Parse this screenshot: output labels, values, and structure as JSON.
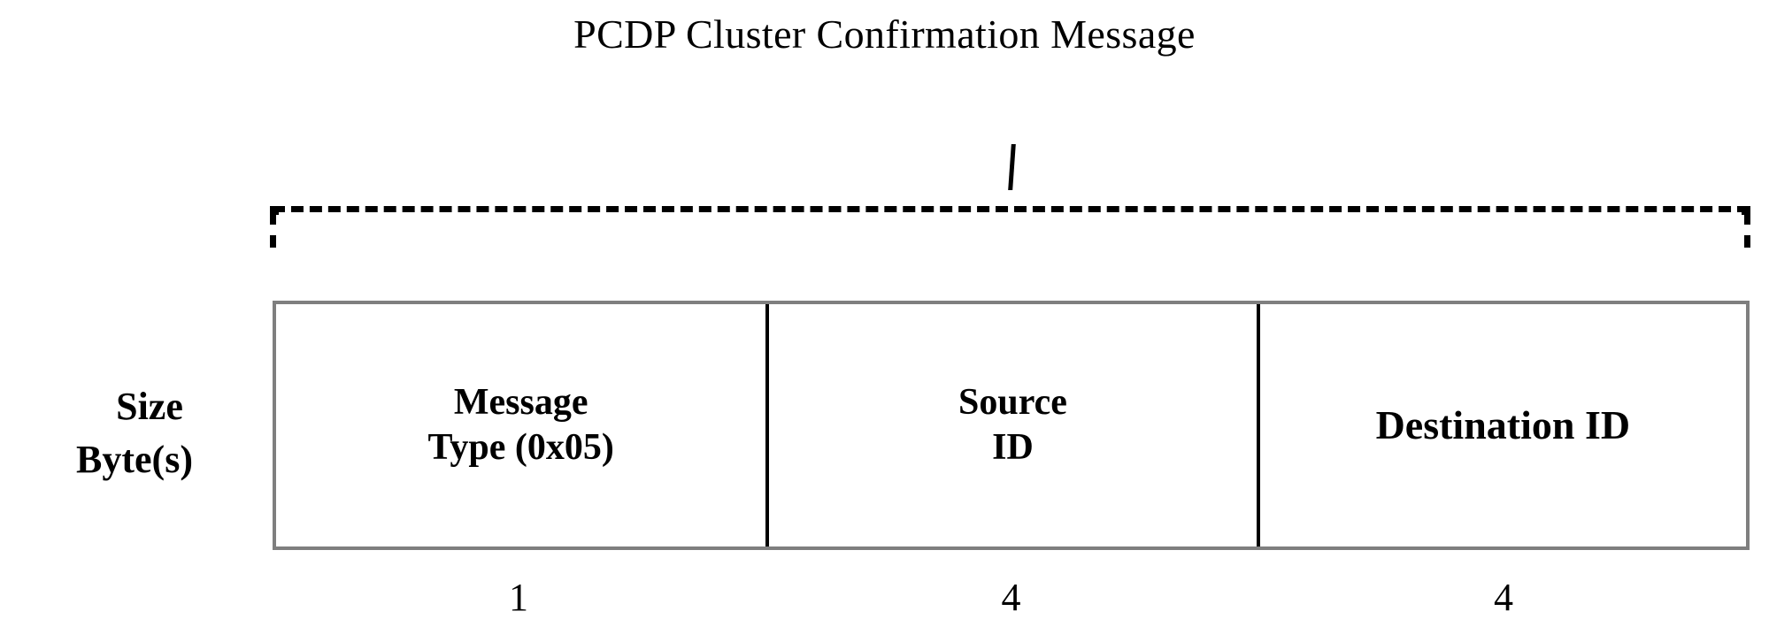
{
  "title": "PCDP Cluster Confirmation Message",
  "axis": {
    "size_label_line1": "Size",
    "size_label_line2": "Byte(s)"
  },
  "colors": {
    "table_border": "#7f7f7f",
    "cell_divider": "#000000",
    "bracket": "#000000",
    "text": "#000000",
    "background": "#ffffff"
  },
  "chart_data": {
    "type": "table",
    "title": "PCDP Cluster Confirmation Message",
    "categories": [
      "Message\nType (0x05)",
      "Source\nID",
      "Destination ID"
    ],
    "values": [
      1,
      4,
      4
    ],
    "xlabel": "",
    "ylabel": "Size Byte(s)"
  },
  "packet": {
    "fields": [
      {
        "name": "Message\nType (0x05)",
        "size": "1"
      },
      {
        "name": "Source\nID",
        "size": "4"
      },
      {
        "name": "Destination ID",
        "size": "4"
      }
    ]
  }
}
